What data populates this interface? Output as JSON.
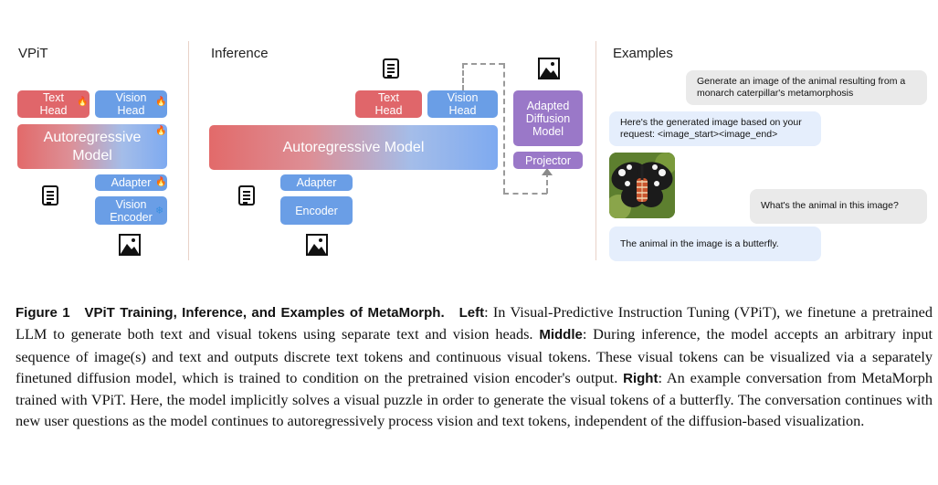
{
  "left_panel": {
    "title": "VPiT",
    "text_head": "Text\nHead",
    "vision_head": "Vision\nHead",
    "ar_model": "Autoregressive\nModel",
    "adapter": "Adapter",
    "vision_encoder": "Vision\nEncoder"
  },
  "middle_panel": {
    "title": "Inference",
    "text_head": "Text\nHead",
    "vision_head": "Vision\nHead",
    "ar_model": "Autoregressive Model",
    "adapter": "Adapter",
    "encoder": "Encoder",
    "diffusion": "Adapted\nDiffusion\nModel",
    "projector": "Projector"
  },
  "right_panel": {
    "title": "Examples",
    "msg1": "Generate an image of the animal resulting from a monarch caterpillar's metamorphosis",
    "msg2": "Here's the generated image based on your request: <image_start><image_end>",
    "msg3": "What's the animal in this image?",
    "msg4": "The animal in the image is a butterfly."
  },
  "caption": {
    "fig_label": "Figure 1",
    "fig_title": "VPiT Training, Inference, and Examples of MetaMorph.",
    "left_tag": "Left",
    "left_text": ": In Visual-Predictive Instruction Tuning (VPiT), we finetune a pretrained LLM to generate both text and visual tokens using separate text and vision heads.",
    "middle_tag": "Middle",
    "middle_text": ": During inference, the model accepts an arbitrary input sequence of image(s) and text and outputs discrete text tokens and continuous visual tokens. These visual tokens can be visualized via a separately finetuned diffusion model, which is trained to condition on the pretrained vision encoder's output.",
    "right_tag": "Right",
    "right_text": ": An example conversation from MetaMorph trained with VPiT. Here, the model implicitly solves a visual puzzle in order to generate the visual tokens of a butterfly. The conversation continues with new user questions as the model continues to autoregressively process vision and text tokens, independent of the diffusion-based visualization."
  },
  "colors": {
    "text_head": "#e0666a",
    "vision_head": "#6a9ee6",
    "diffusion": "#9a78c8",
    "user_bubble": "#eaeaea",
    "model_bubble": "#e5eefc"
  }
}
